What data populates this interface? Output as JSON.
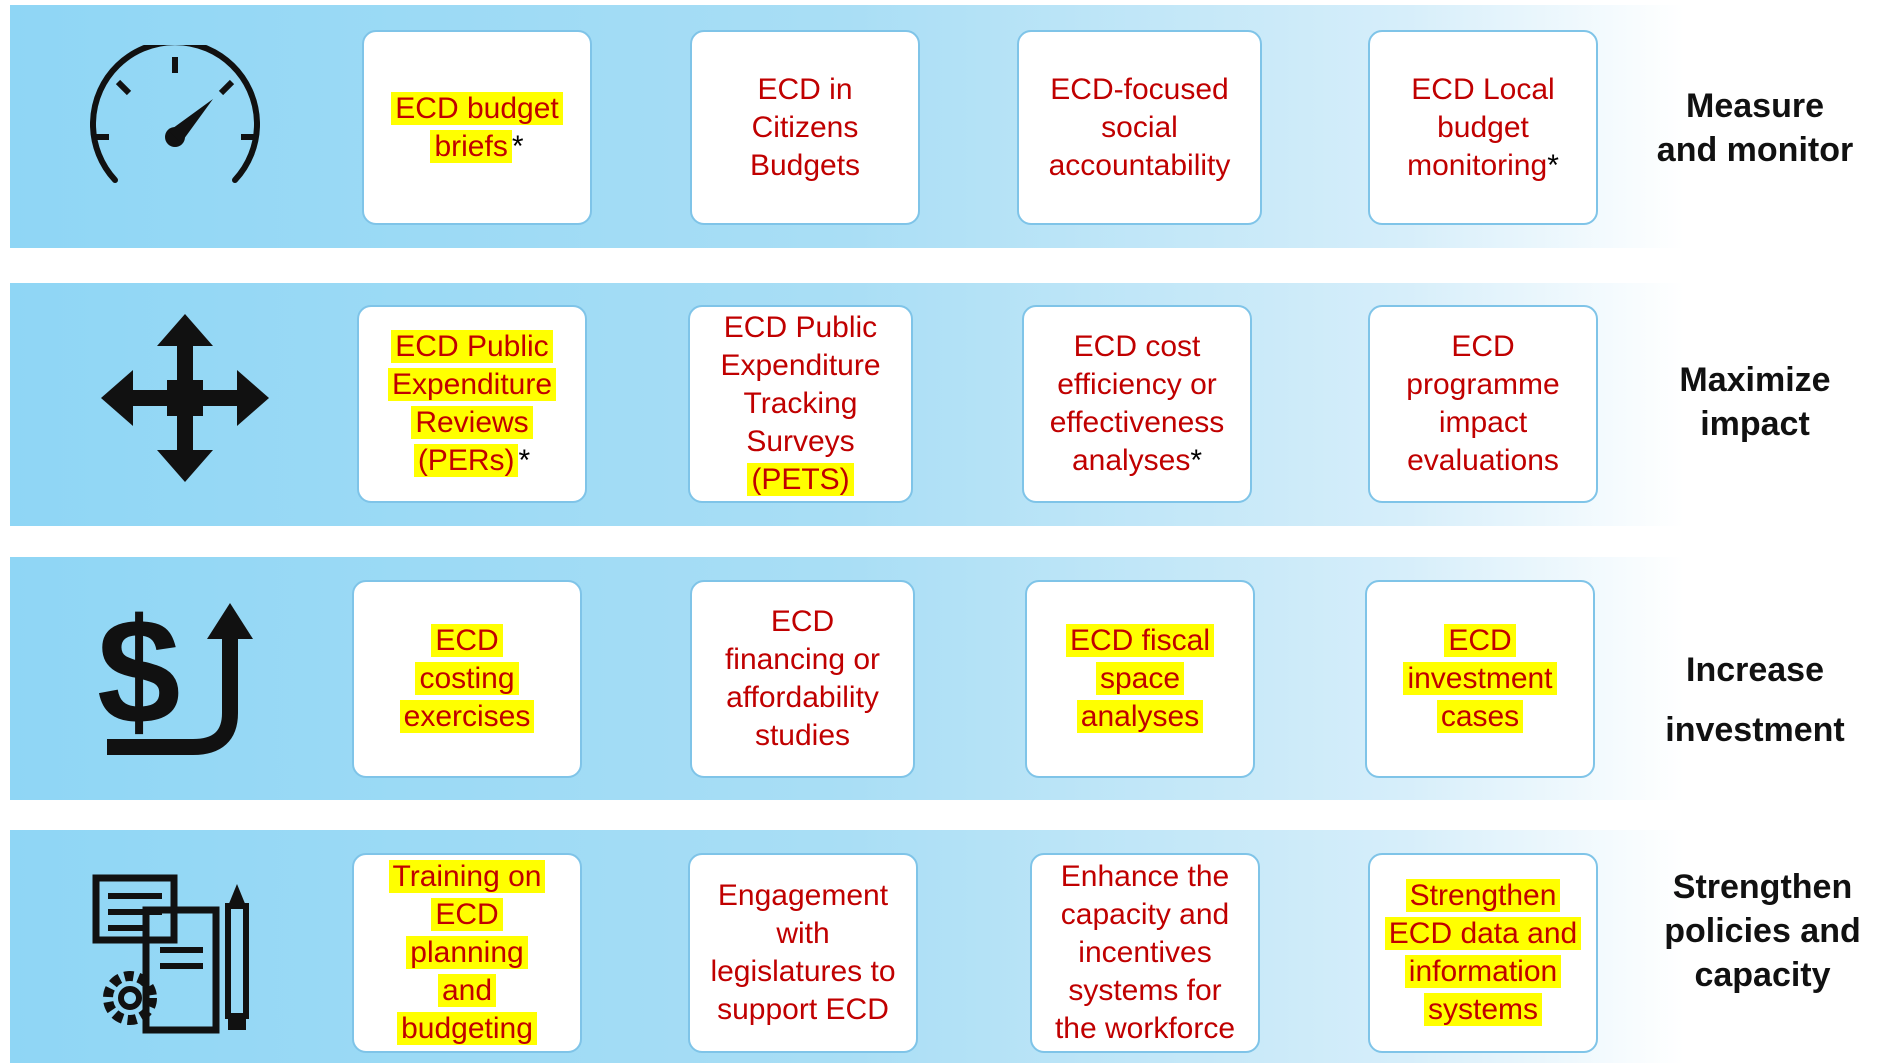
{
  "rows": [
    {
      "icon": "speedometer-icon",
      "label_lines": [
        "Measure",
        "and monitor"
      ],
      "cards": [
        {
          "lines": [
            "ECD budget",
            "briefs"
          ],
          "note": "*",
          "highlight": true
        },
        {
          "lines": [
            "ECD in",
            "Citizens",
            "Budgets"
          ],
          "note": "",
          "highlight": false
        },
        {
          "lines": [
            "ECD-focused",
            "social",
            "accountability"
          ],
          "note": "",
          "highlight": false
        },
        {
          "lines": [
            "ECD Local",
            "budget",
            "monitoring"
          ],
          "note": "*",
          "highlight": false
        }
      ]
    },
    {
      "icon": "move-arrows-icon",
      "label_lines": [
        "Maximize",
        "impact"
      ],
      "cards": [
        {
          "lines": [
            "ECD Public",
            "Expenditure",
            "Reviews",
            "(PERs)"
          ],
          "note": "*",
          "highlight": true
        },
        {
          "lines": [
            "ECD Public",
            "Expenditure",
            "Tracking",
            "Surveys",
            "(PETS)"
          ],
          "note": "",
          "highlight": false,
          "highlight_last": true
        },
        {
          "lines": [
            "ECD cost",
            "efficiency or",
            "effectiveness",
            "analyses"
          ],
          "note": "*",
          "highlight": false
        },
        {
          "lines": [
            "ECD",
            "programme",
            "impact",
            "evaluations"
          ],
          "note": "",
          "highlight": false
        }
      ]
    },
    {
      "icon": "dollar-up-arrow-icon",
      "label_lines": [
        "Increase",
        "investment"
      ],
      "cards": [
        {
          "lines": [
            "ECD",
            "costing",
            "exercises"
          ],
          "note": "",
          "highlight": true
        },
        {
          "lines": [
            "ECD",
            "financing or",
            "affordability",
            "studies"
          ],
          "note": "",
          "highlight": false
        },
        {
          "lines": [
            "ECD fiscal",
            "space",
            "analyses"
          ],
          "note": "",
          "highlight": true
        },
        {
          "lines": [
            "ECD",
            "investment",
            "cases"
          ],
          "note": "",
          "highlight": true
        }
      ]
    },
    {
      "icon": "policy-document-gear-icon",
      "label_lines": [
        "Strengthen",
        "policies and",
        "capacity"
      ],
      "cards": [
        {
          "lines": [
            "Training on",
            "ECD",
            "planning",
            "and",
            "budgeting"
          ],
          "note": "",
          "highlight": true
        },
        {
          "lines": [
            "Engagement",
            "with",
            "legislatures to",
            "support ECD"
          ],
          "note": "",
          "highlight": false
        },
        {
          "lines": [
            "Enhance the",
            "capacity and",
            "incentives",
            "systems for",
            "the workforce"
          ],
          "note": "",
          "highlight": false
        },
        {
          "lines": [
            "Strengthen",
            "ECD data and",
            "information",
            "systems"
          ],
          "note": "",
          "highlight": true
        }
      ]
    }
  ]
}
